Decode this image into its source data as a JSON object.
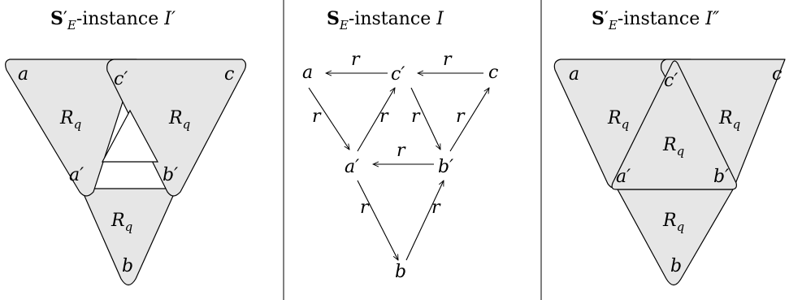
{
  "panels": [
    {
      "title": {
        "symbol": "S",
        "prime": "′",
        "sub": "E",
        "text": "-instance ",
        "name": "I",
        "name_prime": "′"
      },
      "vertices": [
        "a",
        "c′",
        "c",
        "a′",
        "b′",
        "b"
      ],
      "relation_labels": [
        "R",
        "R",
        "R"
      ],
      "relation_sub": "q"
    },
    {
      "title": {
        "symbol": "S",
        "prime": "",
        "sub": "E",
        "text": "-instance ",
        "name": "I",
        "name_prime": ""
      },
      "vertices": [
        "a",
        "c′",
        "c",
        "a′",
        "b′",
        "b"
      ],
      "edge_label": "r"
    },
    {
      "title": {
        "symbol": "S",
        "prime": "′",
        "sub": "E",
        "text": "-instance ",
        "name": "I",
        "name_prime": "″"
      },
      "vertices": [
        "a",
        "c′",
        "c",
        "a′",
        "b′",
        "b"
      ],
      "relation_labels": [
        "R",
        "R",
        "R",
        "R"
      ],
      "relation_sub": "q"
    }
  ]
}
